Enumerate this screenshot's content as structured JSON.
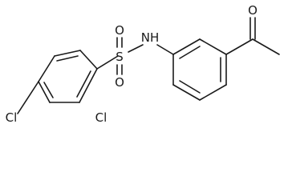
{
  "molecule": {
    "atoms": {
      "sulfur": "S",
      "nitrogen_h": "NH",
      "oxygen_top": "O",
      "oxygen_bottom": "O",
      "oxygen_ketone": "O",
      "chlorine_para": "Cl",
      "chlorine_ortho": "Cl"
    }
  }
}
